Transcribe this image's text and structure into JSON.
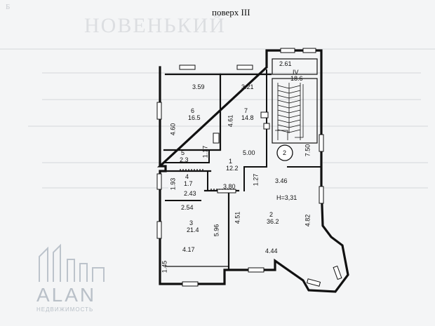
{
  "plan": {
    "title": "поверх III",
    "rooms": [
      {
        "id": "6",
        "area": "16.5",
        "width": "3.59",
        "height": "4.60"
      },
      {
        "id": "7",
        "area": "14.8",
        "width": "3.21",
        "height": "4.61"
      },
      {
        "id": "IV",
        "area": "18.6",
        "width": "2.61"
      },
      {
        "id": "5",
        "area": "2.3"
      },
      {
        "id": "1",
        "area": "12.2",
        "width": "5.00"
      },
      {
        "id": "4",
        "area": "1.7",
        "width": "2.43",
        "height": "1.93"
      },
      {
        "id": "3",
        "area": "21.4",
        "width": "2.54",
        "width2": "4.17",
        "height": "5.96"
      },
      {
        "id": "2",
        "area": "36.2",
        "width": "4.44",
        "height": "4.51",
        "height2": "4.82"
      }
    ],
    "dims": {
      "d117": "1.17",
      "d750": "7.50",
      "d346": "3.46",
      "d380": "3.80",
      "d127": "1.27",
      "d145": "1.45",
      "ceiling": "H=3,31",
      "circle": "2"
    }
  },
  "watermark": {
    "brand": "ALAN",
    "sub": "НЕДВИЖИМОСТЬ"
  },
  "background_text": {
    "line1": "Б",
    "line2": "НОВЕНЬКИЙ"
  }
}
